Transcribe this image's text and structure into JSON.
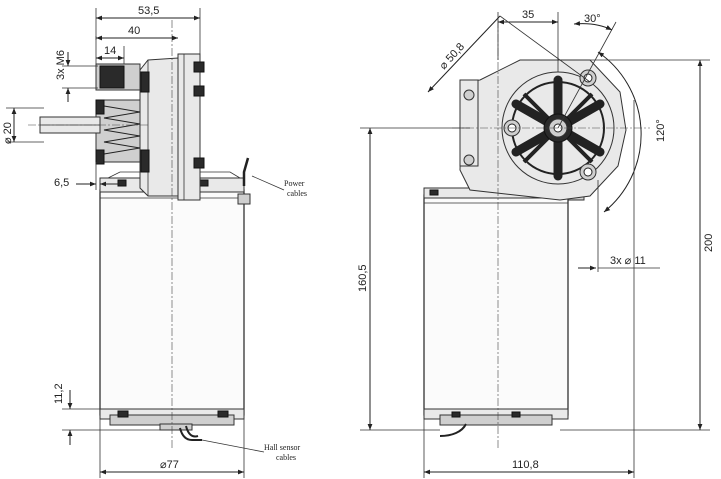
{
  "side_view": {
    "dim_overall_length": "53,5",
    "dim_gear_length": "40",
    "dim_shaft_length": "14",
    "dim_thread": "3x M6",
    "dim_shaft_diameter": "⌀ 20",
    "dim_offset": "6,5",
    "dim_end_cap": "11,2",
    "dim_motor_diameter": "⌀77",
    "label_power_cables_1": "Power",
    "label_power_cables_2": "cables",
    "label_hall_sensor_1": "Hall sensor",
    "label_hall_sensor_2": "cables"
  },
  "front_view": {
    "dim_distance": "35",
    "dim_angle_30": "30°",
    "dim_bolt_circle": "⌀ 50,8",
    "dim_angle_120": "120°",
    "dim_height_total": "200",
    "dim_height_motor": "160,5",
    "dim_holes": "3x ⌀ 11",
    "dim_width": "110,8"
  }
}
